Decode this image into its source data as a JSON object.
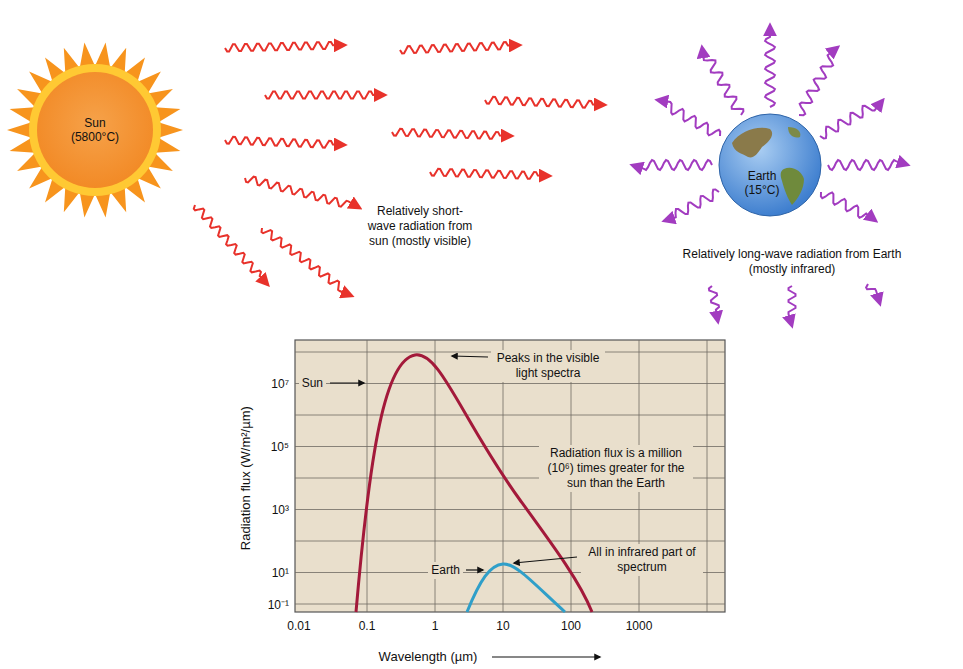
{
  "diagram": {
    "nodes": [
      {
        "text": [
          "Sun (5800°C)"
        ]
      },
      {
        "text": [
          "Earth (15°C)"
        ]
      }
    ],
    "labels": [
      "Relatively short-wave radiation from sun (mostly visible)",
      "Relatively long-wave radiation from Earth (mostly infrared)",
      "10⁷",
      "10⁵",
      "10³",
      "10¹",
      "10⁻¹",
      "0.01",
      "0.1",
      "1",
      "10",
      "100",
      "1000",
      "Radiation flux (W/m²/µm)",
      "Wavelength (µm)",
      "Sun",
      "Earth",
      "Peaks in the visible light spectra",
      "Radiation flux is a million (10⁶) times greater for the sun than the Earth",
      "All in infrared part of spectrum"
    ]
  }
}
